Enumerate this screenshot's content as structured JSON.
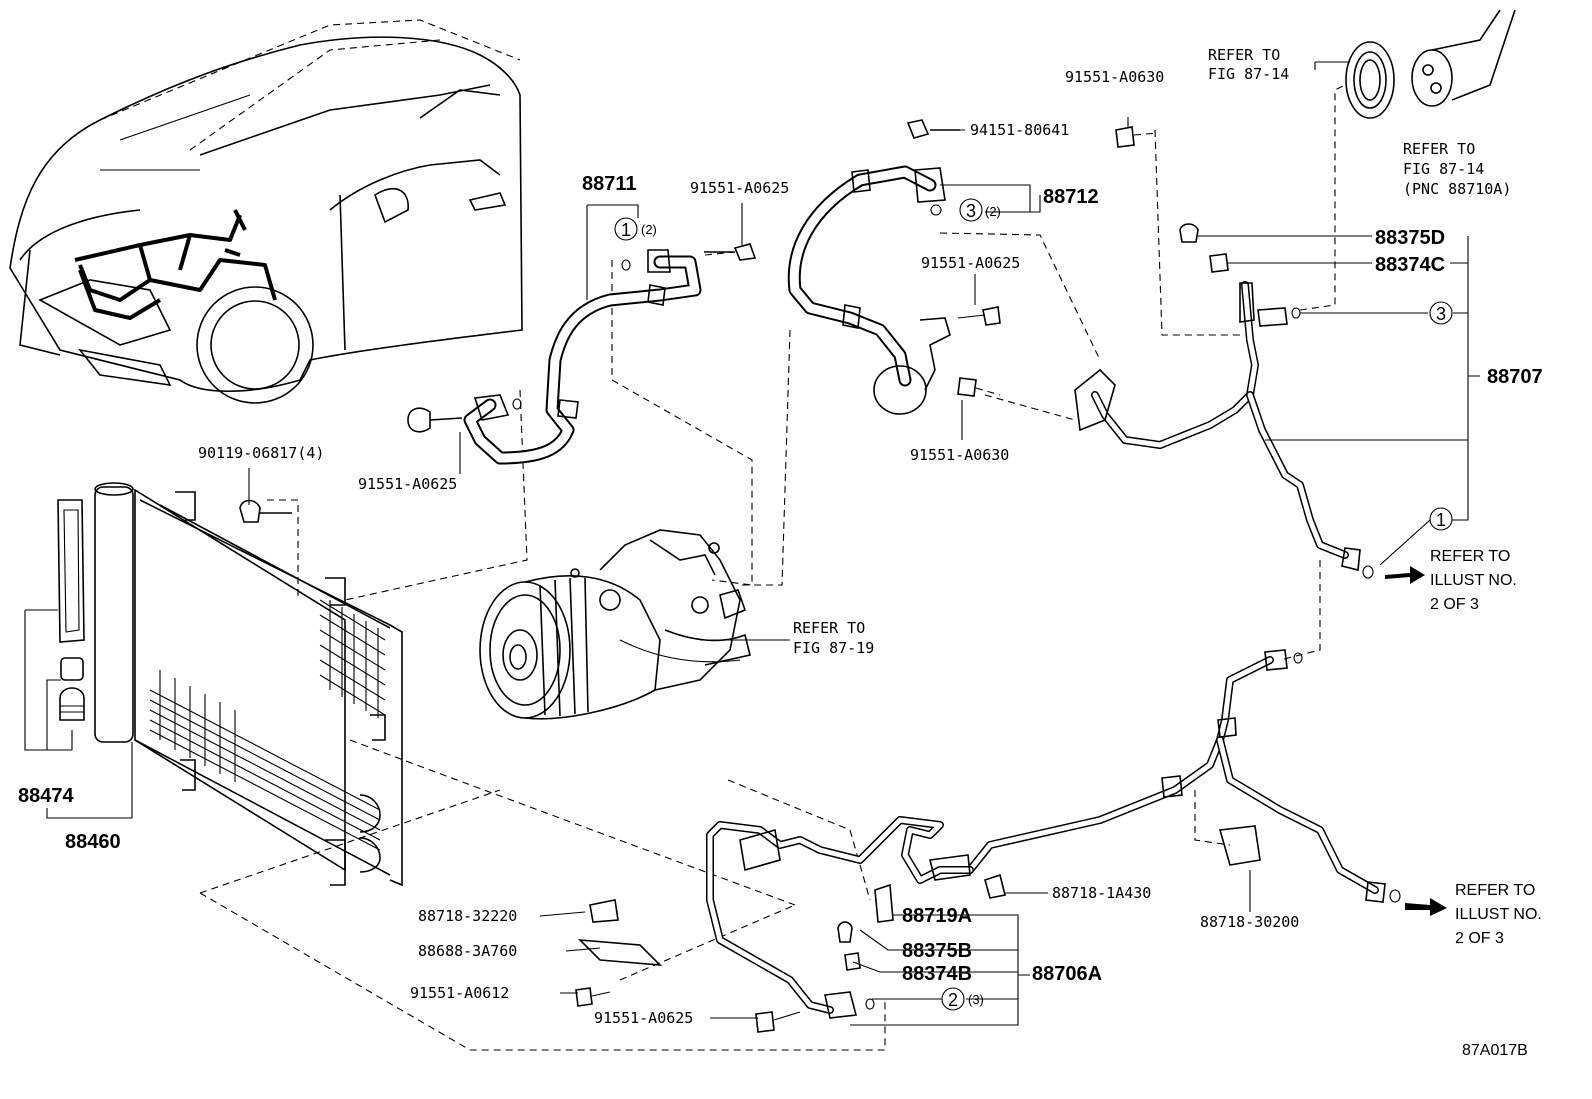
{
  "diagram_code": "87A017B",
  "parts": {
    "p88711": "88711",
    "p88711_qty": "(2)",
    "p91551_A0625_top": "91551-A0625",
    "p91551_A0625_left": "91551-A0625",
    "p90119": "90119-06817(4)",
    "p91551_A0630_top": "91551-A0630",
    "p94151": "94151-80641",
    "p88712": "88712",
    "p88712_qty": "(2)",
    "p91551_A0625_mid": "91551-A0625",
    "p91551_A0630_mid": "91551-A0630",
    "p88375D": "88375D",
    "p88374C": "88374C",
    "p88707": "88707",
    "p88474": "88474",
    "p88460": "88460",
    "p88718_32220": "88718-32220",
    "p88688": "88688-3A760",
    "p91551_A0612": "91551-A0612",
    "p91551_A0625_bot": "91551-A0625",
    "p88719A": "88719A",
    "p88375B": "88375B",
    "p88374B": "88374B",
    "p88706A": "88706A",
    "p88706A_qty": "(3)",
    "p88718_1A430": "88718-1A430",
    "p88718_30200": "88718-30200"
  },
  "circled_markers": [
    "1",
    "2",
    "3"
  ],
  "references": {
    "fig8714_a_line1": "REFER TO",
    "fig8714_a_line2": "FIG 87-14",
    "fig8714_b_line1": "REFER TO",
    "fig8714_b_line2": "FIG 87-14",
    "fig8714_b_line3": "(PNC 88710A)",
    "fig8719_line1": "REFER TO",
    "fig8719_line2": "FIG 87-19",
    "illust_a_line1": "REFER TO",
    "illust_a_line2": "ILLUST NO.",
    "illust_a_line3": "2 OF 3",
    "illust_b_line1": "REFER TO",
    "illust_b_line2": "ILLUST NO.",
    "illust_b_line3": "2 OF 3"
  }
}
